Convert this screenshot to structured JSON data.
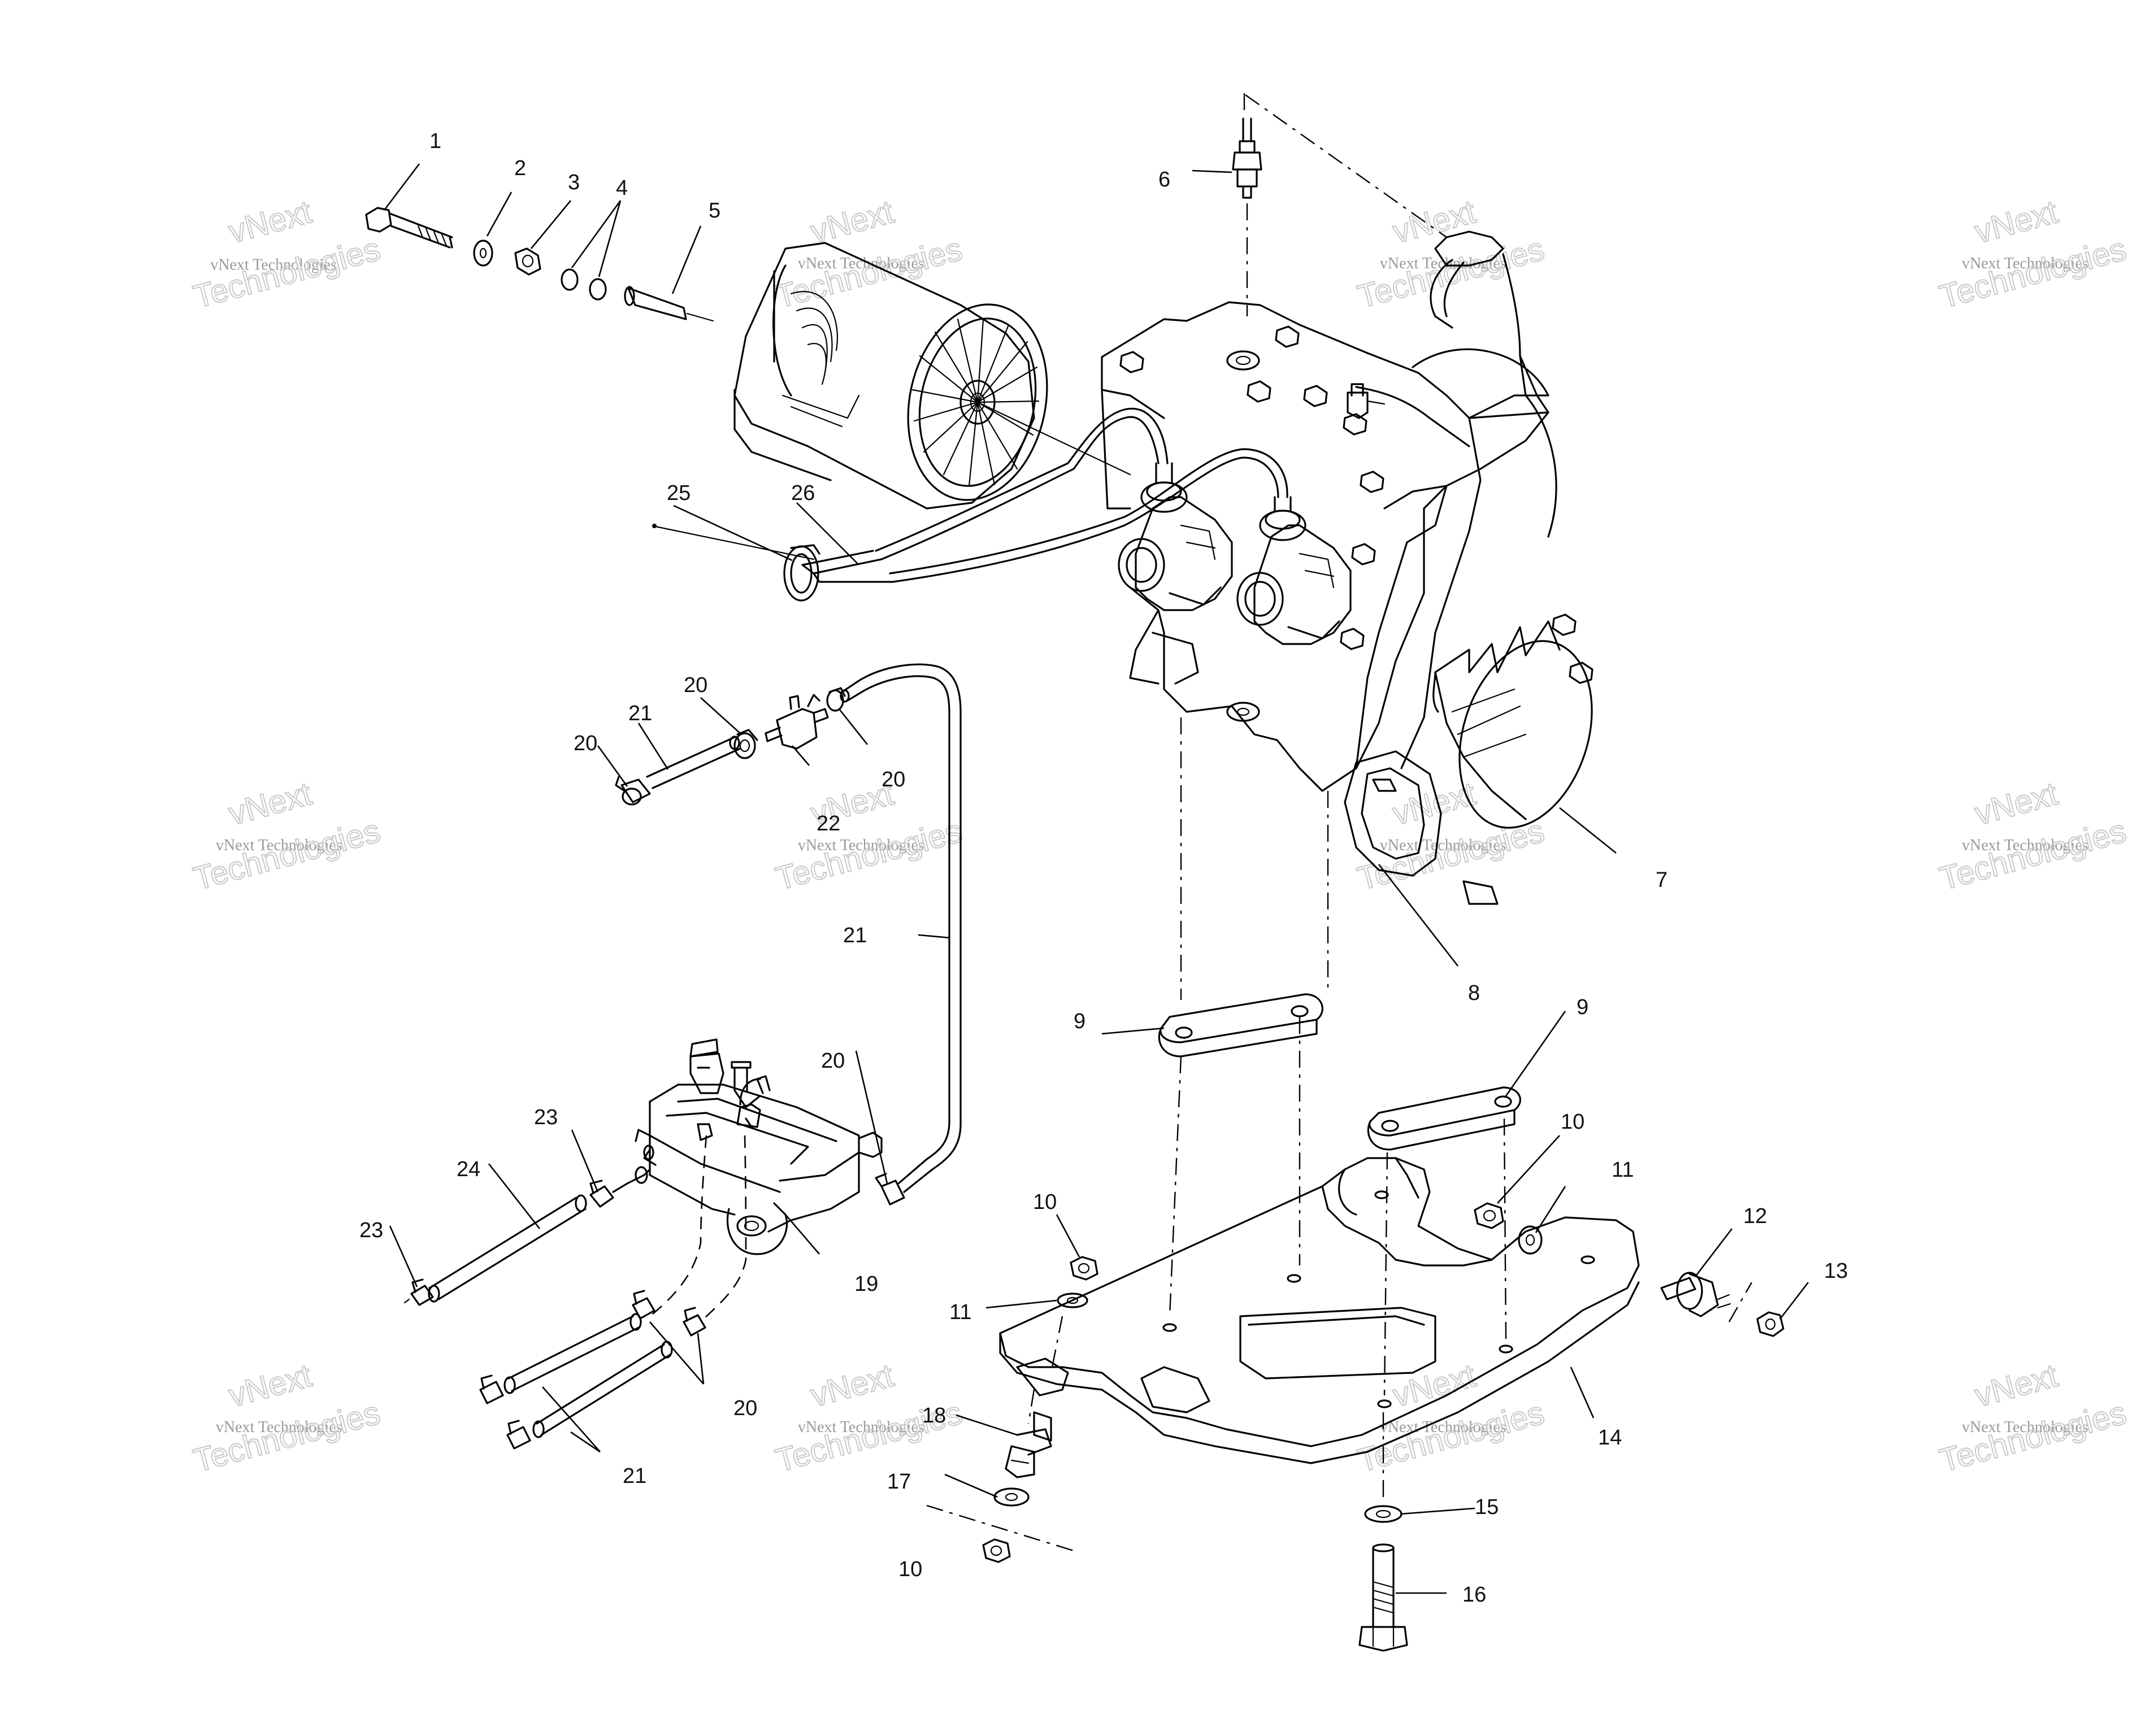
{
  "labels": {
    "l1": "1",
    "l2": "2",
    "l3": "3",
    "l4": "4",
    "l5": "5",
    "l6": "6",
    "l7": "7",
    "l8": "8",
    "l9a": "9",
    "l9b": "9",
    "l10a": "10",
    "l10b": "10",
    "l10c": "10",
    "l11a": "11",
    "l11b": "11",
    "l12": "12",
    "l13": "13",
    "l14": "14",
    "l15": "15",
    "l16": "16",
    "l17": "17",
    "l18": "18",
    "l19": "19",
    "l20a": "20",
    "l20b": "20",
    "l20c": "20",
    "l20d": "20",
    "l20e": "20",
    "l21a": "21",
    "l21b": "21",
    "l21c": "21",
    "l22": "22",
    "l23a": "23",
    "l23b": "23",
    "l24": "24",
    "l25": "25",
    "l26": "26"
  },
  "watermark": {
    "brand": "vNext",
    "company": "vNext Technologies",
    "line2": "Technologies"
  }
}
